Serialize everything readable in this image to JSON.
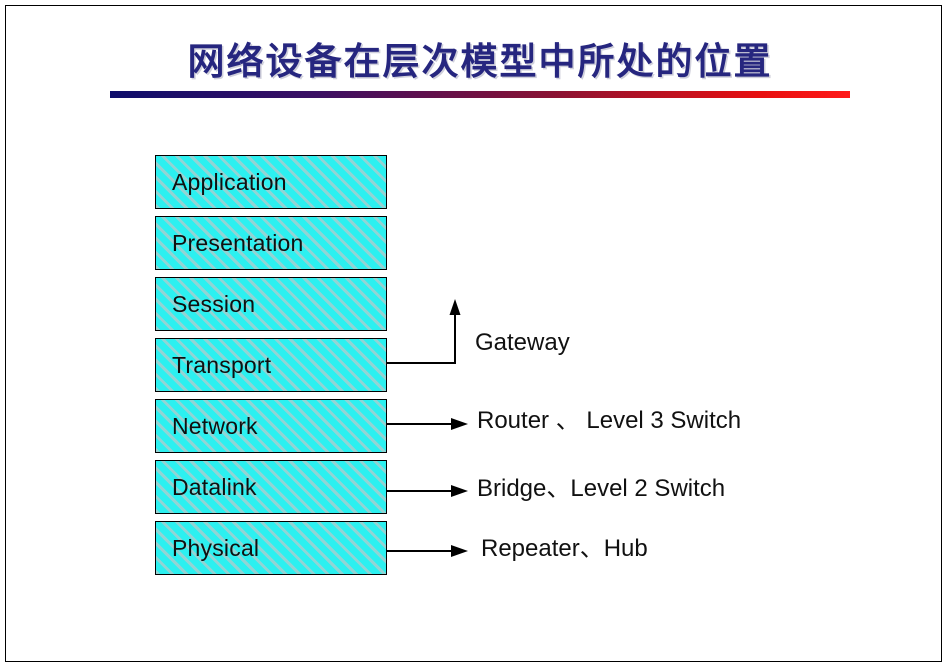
{
  "slide": {
    "title": "网络设备在层次模型中所处的位置",
    "accent_title_color": "#26267F",
    "rule_gradient_start": "#0d0d6b",
    "rule_gradient_end": "#ff1a1a",
    "box_fill_color": "#2CF0F0",
    "box_border_color": "#000000",
    "background_color": "#FFFFFF"
  },
  "layers": [
    {
      "name": "Application"
    },
    {
      "name": "Presentation"
    },
    {
      "name": "Session"
    },
    {
      "name": "Transport"
    },
    {
      "name": "Network"
    },
    {
      "name": "Datalink"
    },
    {
      "name": "Physical"
    }
  ],
  "devices": [
    {
      "id": "gateway",
      "label": "Gateway",
      "connector": "elbow-up",
      "from_layer": "Transport"
    },
    {
      "id": "router",
      "label": "Router 、 Level 3 Switch",
      "connector": "arrow",
      "from_layer": "Network"
    },
    {
      "id": "bridge",
      "label": "Bridge、Level 2 Switch",
      "connector": "arrow",
      "from_layer": "Datalink"
    },
    {
      "id": "repeater",
      "label": "Repeater、Hub",
      "connector": "arrow",
      "from_layer": "Physical"
    }
  ]
}
